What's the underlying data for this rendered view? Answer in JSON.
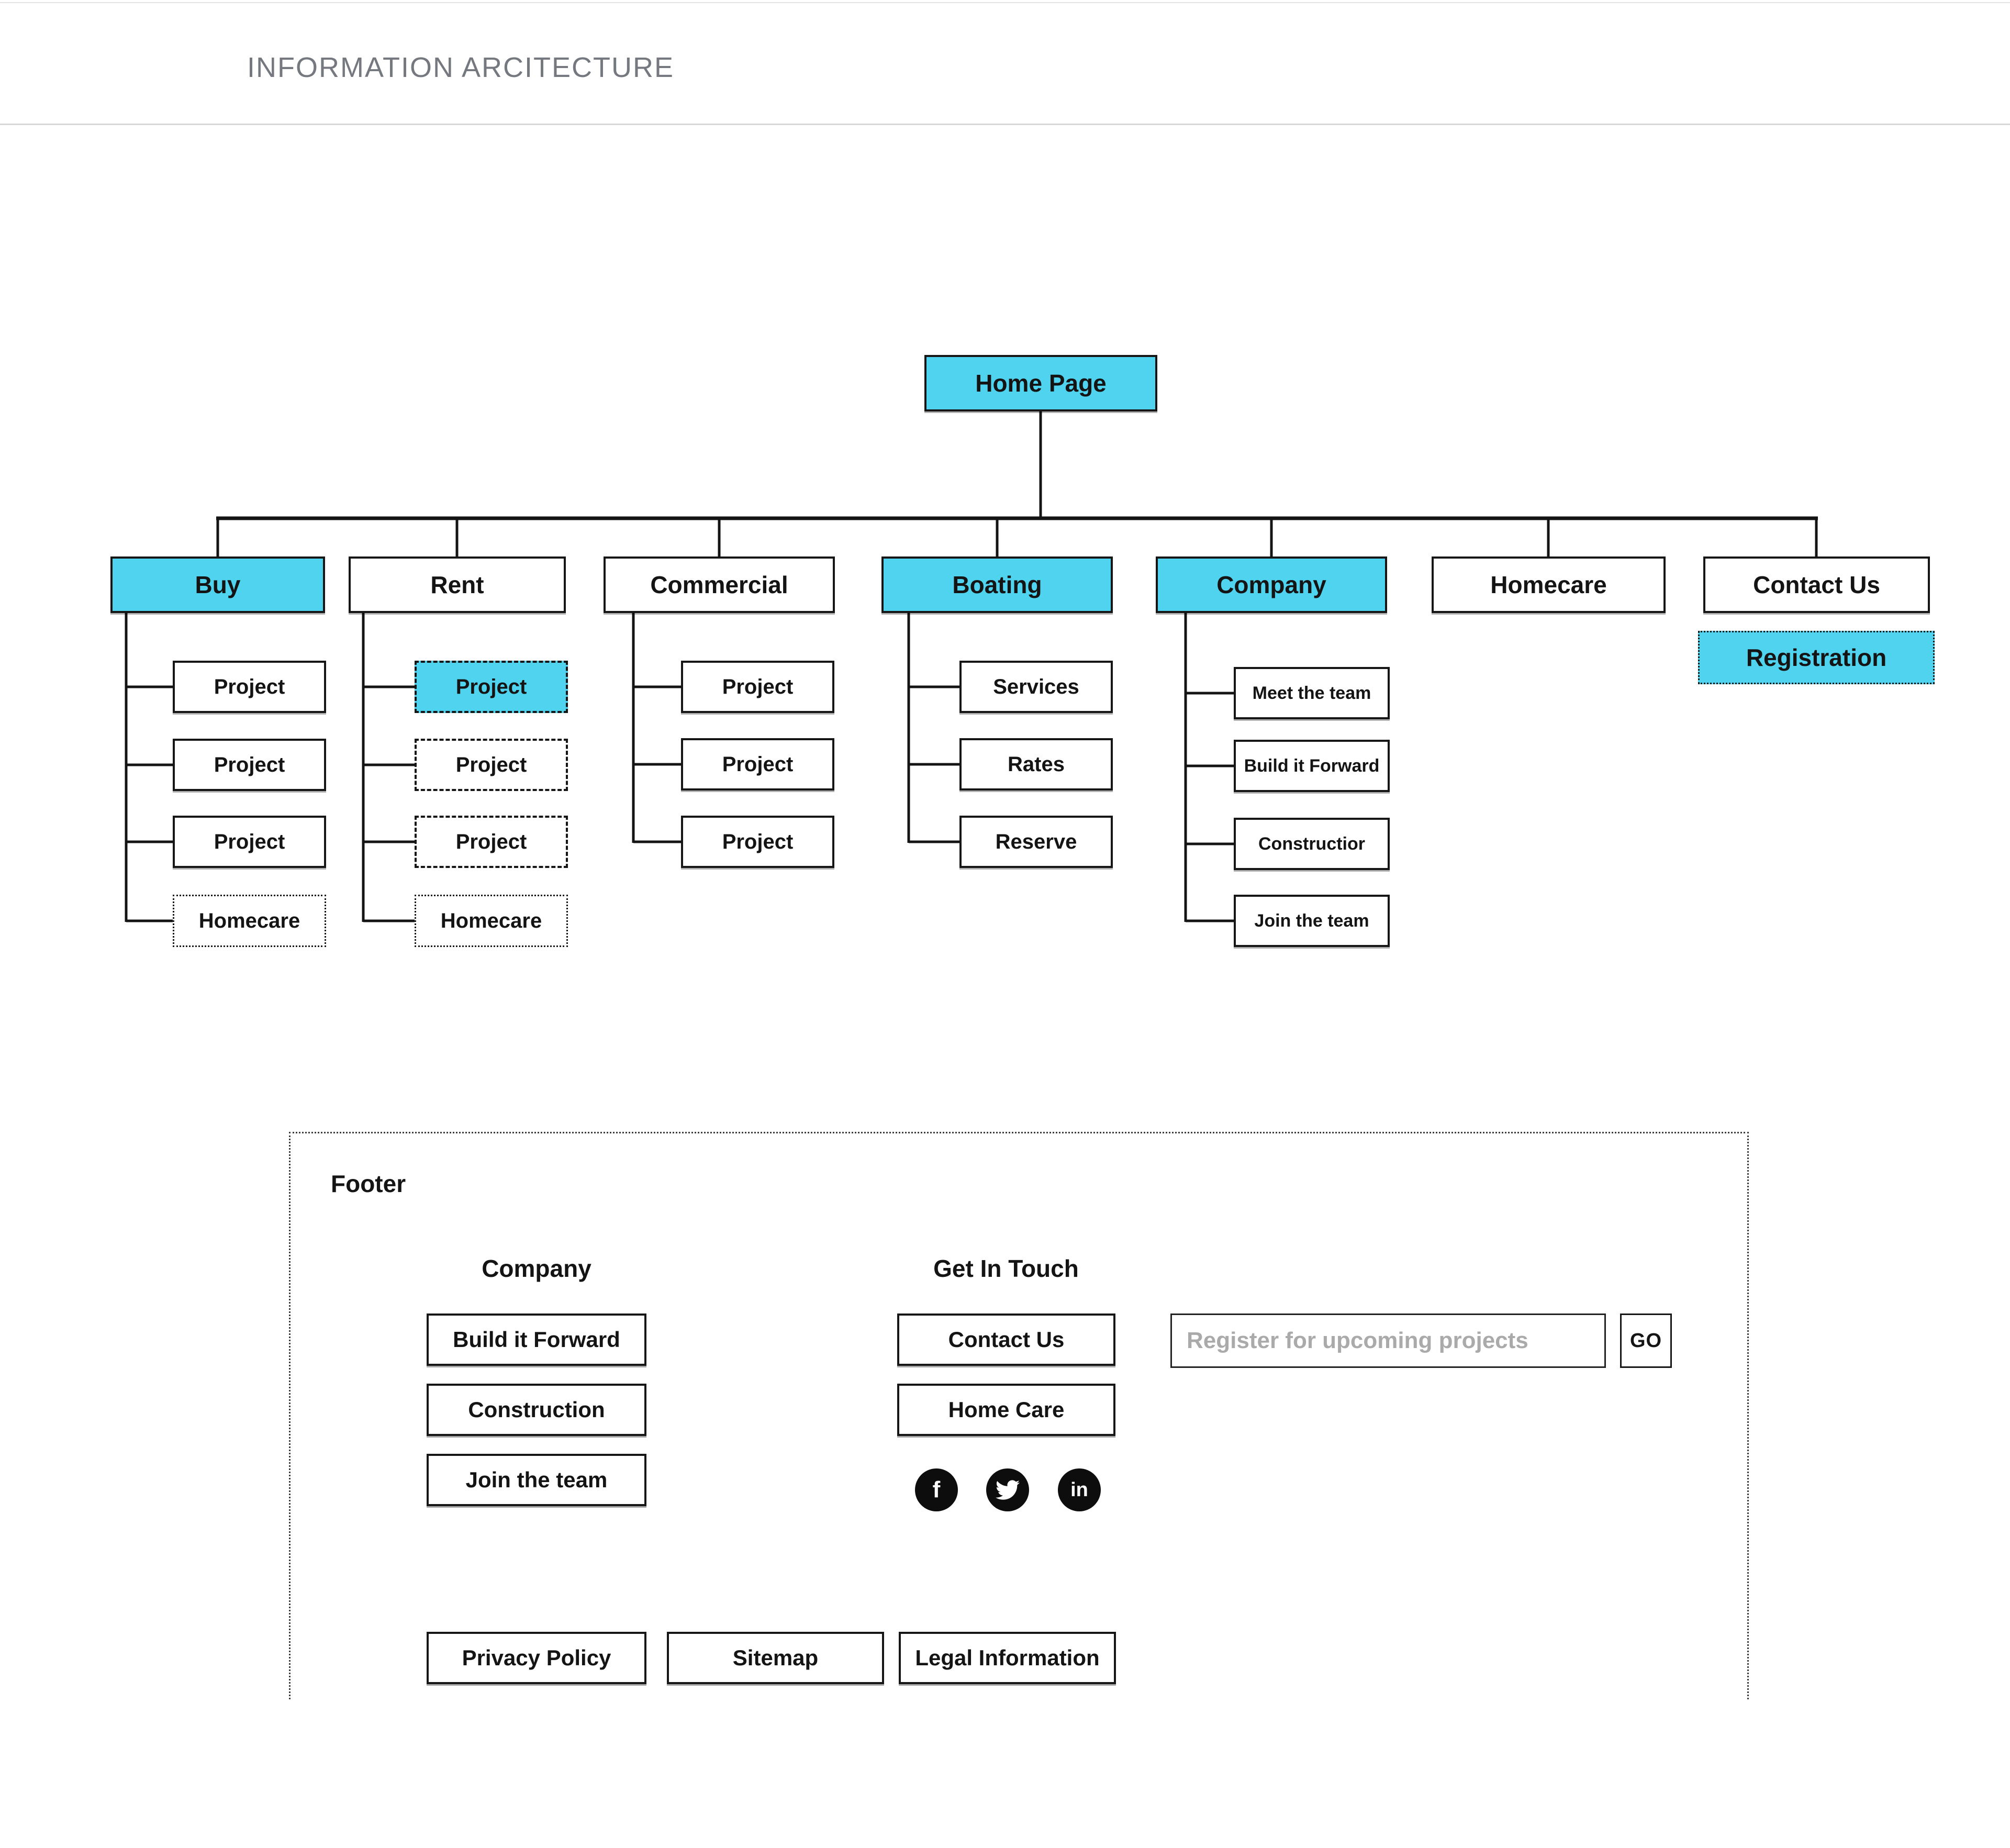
{
  "header": {
    "title": "INFORMATION ARCITECTURE"
  },
  "tree": {
    "root": {
      "label": "Home Page"
    },
    "level2": [
      {
        "label": "Buy"
      },
      {
        "label": "Rent"
      },
      {
        "label": "Commercial"
      },
      {
        "label": "Boating"
      },
      {
        "label": "Company"
      },
      {
        "label": "Homecare"
      },
      {
        "label": "Contact Us"
      }
    ],
    "registration_label": "Registration",
    "buy_children": [
      "Project",
      "Project",
      "Project",
      "Homecare"
    ],
    "rent_children": [
      "Project",
      "Project",
      "Project",
      "Homecare"
    ],
    "commercial_children": [
      "Project",
      "Project",
      "Project"
    ],
    "boating_children": [
      "Services",
      "Rates",
      "Reserve"
    ],
    "company_children": [
      "Meet the team",
      "Build it Forward",
      "Constructior",
      "Join the team"
    ]
  },
  "footer": {
    "label": "Footer",
    "columns": [
      {
        "heading": "Company",
        "buttons": [
          "Build it Forward",
          "Construction",
          "Join the team"
        ]
      },
      {
        "heading": "Get In Touch",
        "buttons": [
          "Contact Us",
          "Home Care"
        ]
      }
    ],
    "social": [
      {
        "name": "facebook",
        "glyph": "f"
      },
      {
        "name": "twitter",
        "glyph": ""
      },
      {
        "name": "linkedin",
        "glyph": "in"
      }
    ],
    "register_input": {
      "placeholder": "Register for upcoming projects",
      "go_label": "GO"
    },
    "legal_buttons": [
      "Privacy Policy",
      "Sitemap",
      "Legal Information"
    ]
  },
  "colors": {
    "accent": "#4fd3ef",
    "line": "#141414",
    "title_gray": "#75787f"
  }
}
